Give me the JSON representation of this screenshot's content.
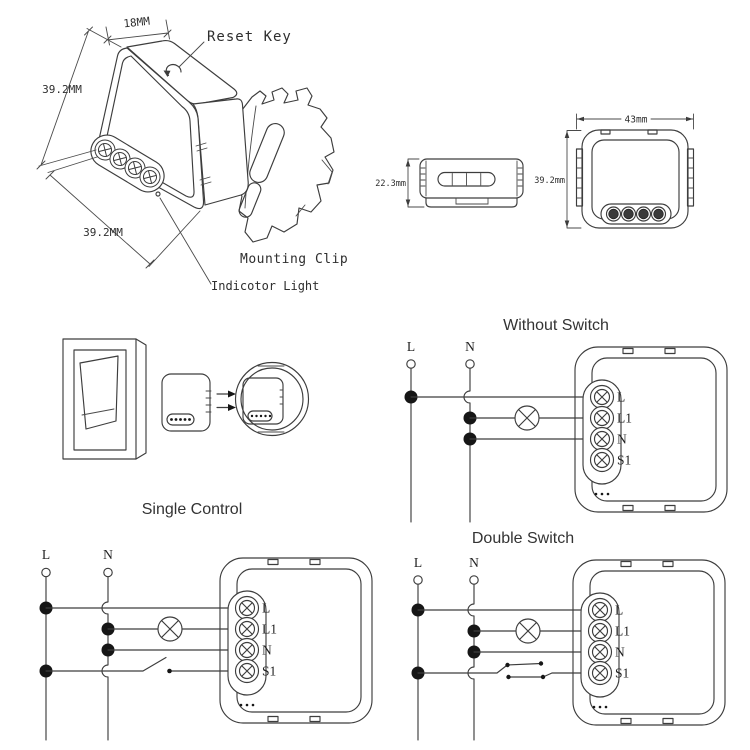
{
  "iso_view": {
    "dim_top": "18MM",
    "dim_left": "39.2MM",
    "dim_bottom": "39.2MM",
    "reset_label": "Reset Key",
    "clip_label": "Mounting Clip",
    "indicator_label": "Indicotor Light"
  },
  "ortho_views": {
    "side_height": "22.3mm",
    "front_width": "43mm",
    "front_height": "39.2mm"
  },
  "install": {
    "caption": "Single Control"
  },
  "wiring": {
    "without_switch": {
      "title": "Without Switch",
      "line_l": "L",
      "line_n": "N",
      "terminals": [
        "L",
        "L1",
        "N",
        "S1"
      ]
    },
    "single_control": {
      "line_l": "L",
      "line_n": "N",
      "terminals": [
        "L",
        "L1",
        "N",
        "S1"
      ]
    },
    "double_switch": {
      "title": "Double Switch",
      "line_l": "L",
      "line_n": "N",
      "terminals": [
        "L",
        "L1",
        "N",
        "S1"
      ]
    }
  },
  "colors": {
    "line": "#3d3d3d",
    "text": "#2e2e2e",
    "junction": "#161616"
  }
}
